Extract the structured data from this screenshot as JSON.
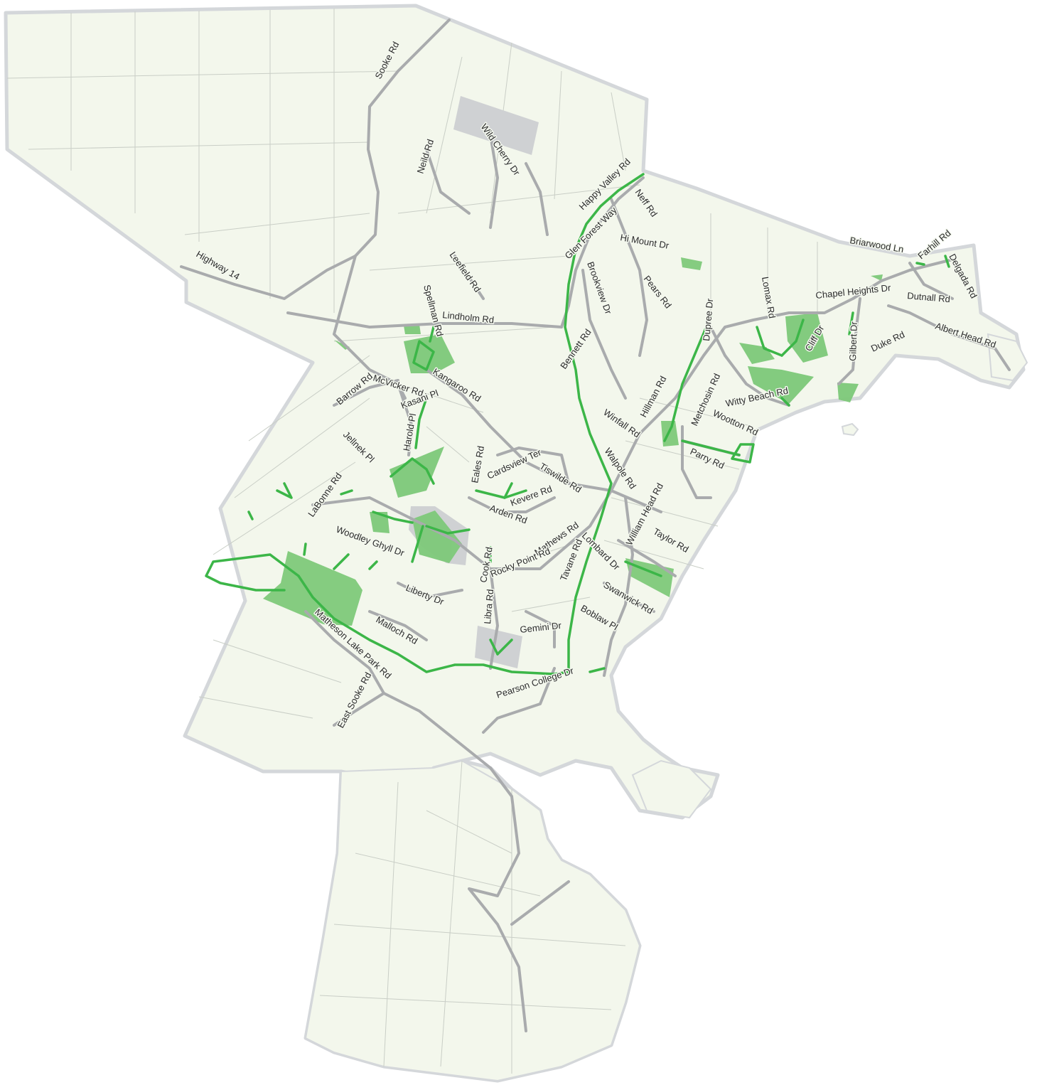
{
  "colors": {
    "land": "#f3f7ec",
    "boundary": "#d4d7da",
    "parcel_line": "#c9cec6",
    "road": "#a9abad",
    "trail": "#3cb648",
    "park": "#7ec97a",
    "institutional": "#cfd1d3",
    "water": "#ffffff"
  },
  "road_labels": [
    {
      "text": "Sooke Rd"
    },
    {
      "text": "Highway 14"
    },
    {
      "text": "Neild Rd"
    },
    {
      "text": "Wild Cherry Dr"
    },
    {
      "text": "Happy Valley Rd"
    },
    {
      "text": "Neff Rd"
    },
    {
      "text": "Glen Forest Way"
    },
    {
      "text": "Hi Mount Dr"
    },
    {
      "text": "Brookview Dr"
    },
    {
      "text": "Pears Rd"
    },
    {
      "text": "Leefield Rd"
    },
    {
      "text": "Spellman Rd"
    },
    {
      "text": "Lindholm Rd"
    },
    {
      "text": "Bennett Rd"
    },
    {
      "text": "Dupree Dr"
    },
    {
      "text": "Lomax Rd"
    },
    {
      "text": "Briarwood Ln"
    },
    {
      "text": "Farhill Rd"
    },
    {
      "text": "Delgada Rd"
    },
    {
      "text": "Chapel Heights Dr"
    },
    {
      "text": "Dutnall Rd"
    },
    {
      "text": "Albert Head Rd"
    },
    {
      "text": "Cliff Dr"
    },
    {
      "text": "Gilbert Dr"
    },
    {
      "text": "Duke Rd"
    },
    {
      "text": "McVicker Rd"
    },
    {
      "text": "Kangaroo Rd"
    },
    {
      "text": "Barrow Rd"
    },
    {
      "text": "Kasani Pl"
    },
    {
      "text": "Harold Pl"
    },
    {
      "text": "Hillman Rd"
    },
    {
      "text": "Metchosin Rd"
    },
    {
      "text": "Witty Beach Rd"
    },
    {
      "text": "Wootton Rd"
    },
    {
      "text": "Winfall Rd"
    },
    {
      "text": "Parry Rd"
    },
    {
      "text": "Jellnek Pl"
    },
    {
      "text": "LaBonne Rd"
    },
    {
      "text": "Eales Rd"
    },
    {
      "text": "Cardsview Ter"
    },
    {
      "text": "Tiswilde Rd"
    },
    {
      "text": "Walpole Rd"
    },
    {
      "text": "Kevere Rd"
    },
    {
      "text": "Arden Rd"
    },
    {
      "text": "William Head Rd"
    },
    {
      "text": "Taylor Rd"
    },
    {
      "text": "Woodley Ghyll Dr"
    },
    {
      "text": "Mathews Rd"
    },
    {
      "text": "Rocky Point Rd"
    },
    {
      "text": "Cook Rd"
    },
    {
      "text": "Tavane Rd"
    },
    {
      "text": "Lombard Dr"
    },
    {
      "text": "Swanwick Rd"
    },
    {
      "text": "Liberty Dr"
    },
    {
      "text": "Libra Rd"
    },
    {
      "text": "Boblaw Pl"
    },
    {
      "text": "Gemini Dr"
    },
    {
      "text": "Malloch Rd"
    },
    {
      "text": "Matheson Lake Park Rd"
    },
    {
      "text": "Pearson College Dr"
    },
    {
      "text": "East Sooke Rd"
    }
  ]
}
